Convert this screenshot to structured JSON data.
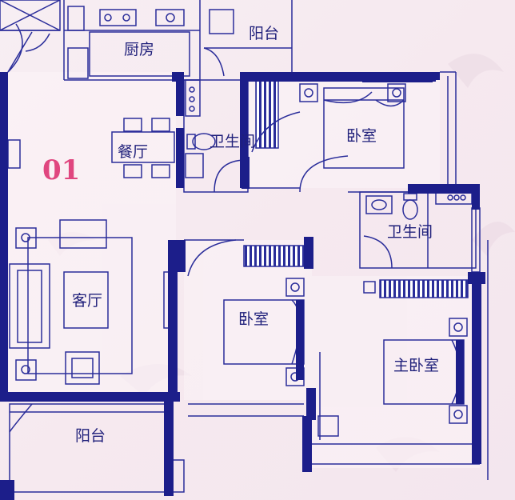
{
  "plan": {
    "unit_label": "01",
    "rooms": {
      "kitchen": "厨房",
      "balcony_top": "阳台",
      "dining": "餐厅",
      "bath_top": "卫生间",
      "bedroom_top": "卧室",
      "bath_right": "卫生间",
      "living": "客厅",
      "bedroom_mid": "卧室",
      "master_bedroom": "主卧室",
      "balcony_bottom": "阳台"
    },
    "colors": {
      "wall": "#1c1e8a",
      "line": "#2a2d9a",
      "background": "#f6ebf1",
      "unit_label": "#e0467f"
    }
  }
}
